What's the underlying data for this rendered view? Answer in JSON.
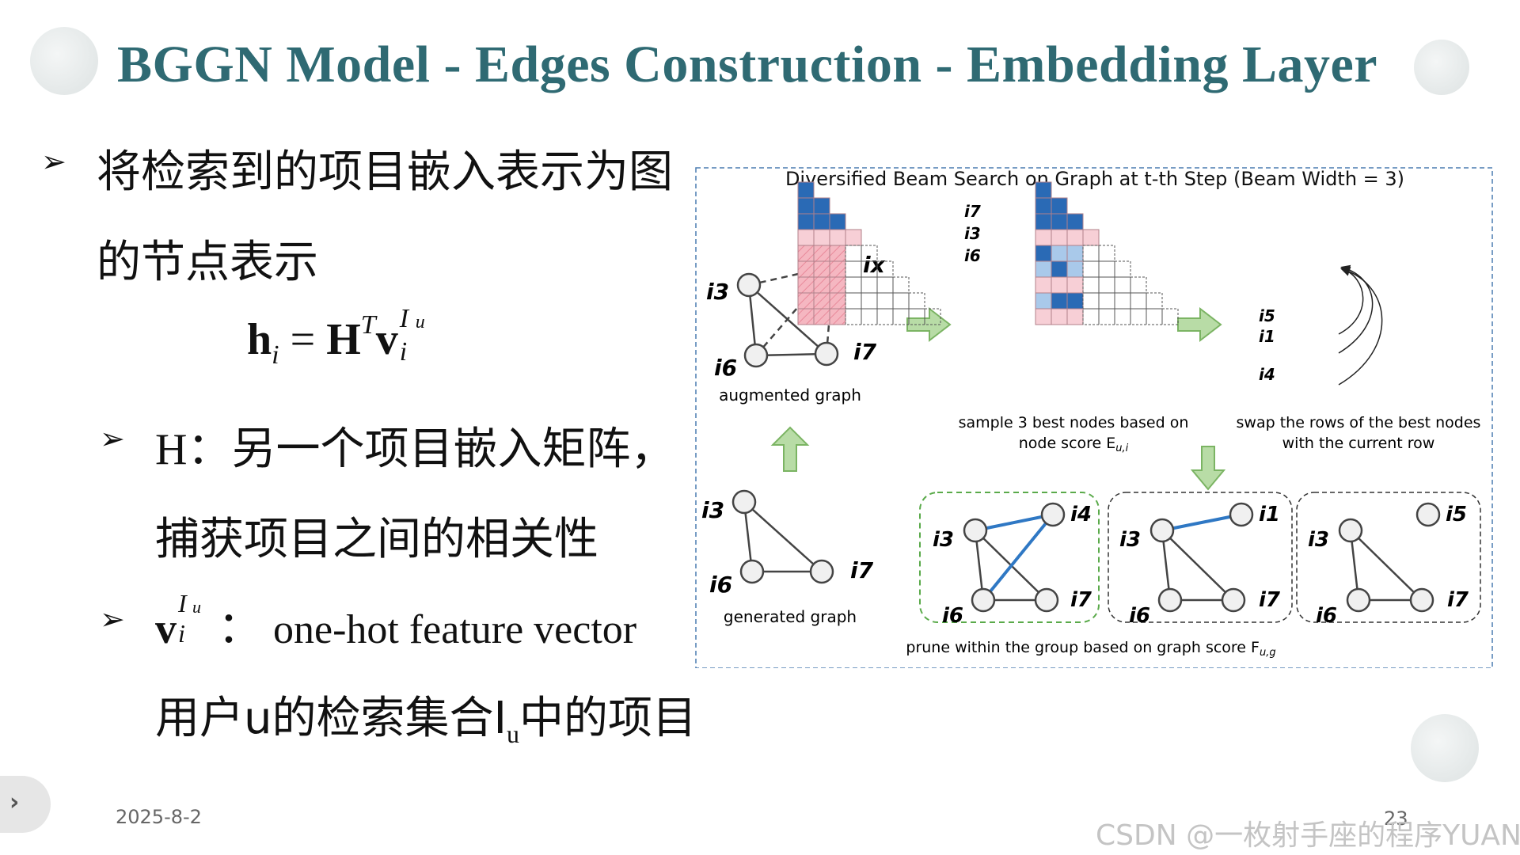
{
  "slide": {
    "title": "BGGN Model - Edges Construction - Embedding Layer",
    "date": "2025-8-2",
    "page_number": "23",
    "watermark": "CSDN @一枚射手座的程序YUAN"
  },
  "bullets": {
    "b1_line1": "将检索到的项目嵌入表示为图",
    "b1_line2": "的节点表示",
    "b2_line1_lead": "H：",
    "b2_line1_rest": "另一个项目嵌入矩阵，",
    "b2_line2": "捕获项目之间的相关性",
    "b3_label": "：",
    "b3_text": "one-hot feature vector",
    "b3_line2_pre": "用户u的检索集合I",
    "b3_line2_sub": "u",
    "b3_line2_post": "中的项目"
  },
  "formula": {
    "lhs": "h",
    "lhs_sub": "i",
    "eq": " = ",
    "H": "H",
    "H_sup": "T",
    "v": "v",
    "v_sub": "i",
    "v_sup": "I",
    "v_sup_sub": "u"
  },
  "diagram": {
    "header": "Diversified Beam Search on Graph at t-th Step (Beam Width = 3)",
    "augmented_caption": "augmented  graph",
    "generated_caption": "generated graph",
    "sample_caption_1": "sample 3 best nodes based on",
    "sample_caption_2": "node score E",
    "sample_caption_sub": "u,i",
    "swap_caption_1": "swap the rows of the best nodes",
    "swap_caption_2": "with the current row",
    "prune_caption": "prune within the group based on graph score F",
    "prune_caption_sub": "u,g",
    "labels": {
      "i3": "i3",
      "i6": "i6",
      "i7": "i7",
      "ix": "ix",
      "i1": "i1",
      "i4": "i4",
      "i5": "i5"
    },
    "colors": {
      "dark_blue": "#2a6ab5",
      "light_blue": "#a9c9ea",
      "pink": "#f7cfd6",
      "red_hatch": "#f2a6b1",
      "green": "#b8dca6",
      "green_dash": "#5aaa4a",
      "edge_blue": "#2f78c4"
    }
  },
  "icons": {
    "bullet_icon": "triangle-arrow-bullet",
    "nav_icon": "chevron-right-icon"
  }
}
